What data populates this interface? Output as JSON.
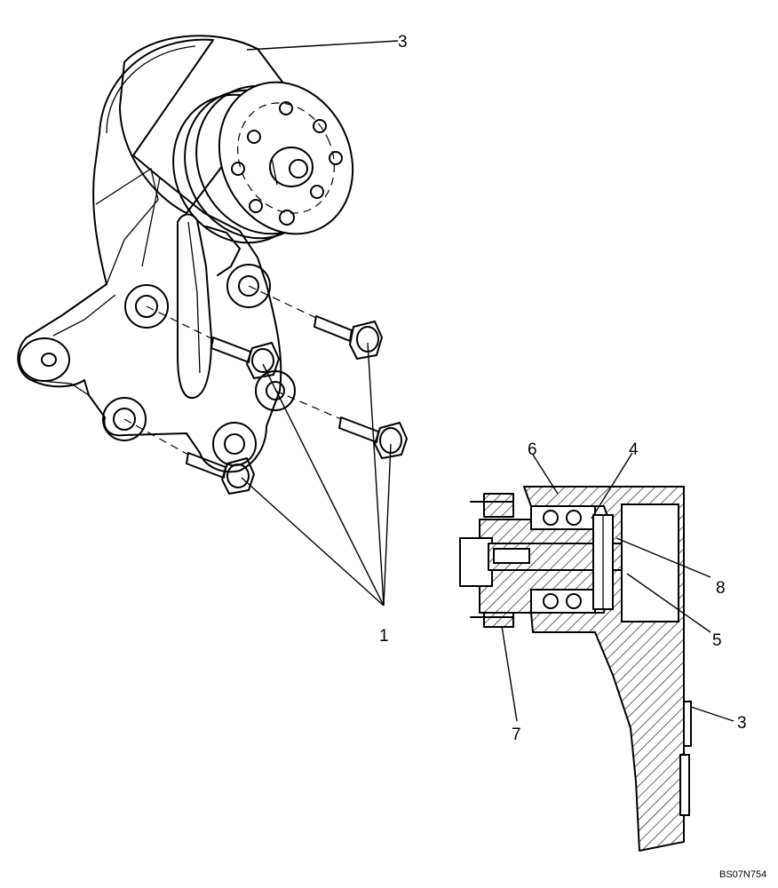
{
  "callouts": {
    "c1": "1",
    "c3_top": "3",
    "c3_bottom": "3",
    "c4": "4",
    "c5": "5",
    "c6": "6",
    "c7": "7",
    "c8": "8"
  },
  "drawing_code": "BS07N754",
  "colors": {
    "line": "#000000",
    "background": "#ffffff"
  }
}
